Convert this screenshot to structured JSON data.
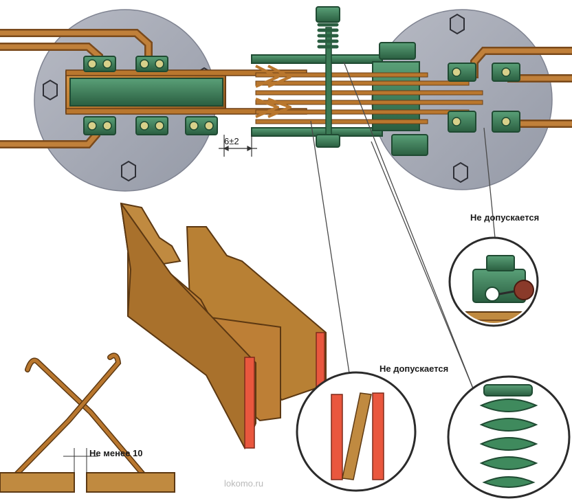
{
  "labels": {
    "gap_dimension": "6±2",
    "not_allowed_clamp": "Не допускается",
    "not_allowed_plates": "Не допускается",
    "min_distance": "Не менее 10",
    "watermark": "lokomo.ru"
  },
  "colors": {
    "disk": "#a5a9b5",
    "copper": "#b9772e",
    "copper_dark": "#7a4a1c",
    "copper_light": "#d79a4c",
    "green": "#3a7a54",
    "green_dark": "#23543a",
    "green_light": "#5aa078",
    "red_contact": "#e9573e",
    "text": "#1a1a1a",
    "watermark": "#b9b9b9"
  }
}
